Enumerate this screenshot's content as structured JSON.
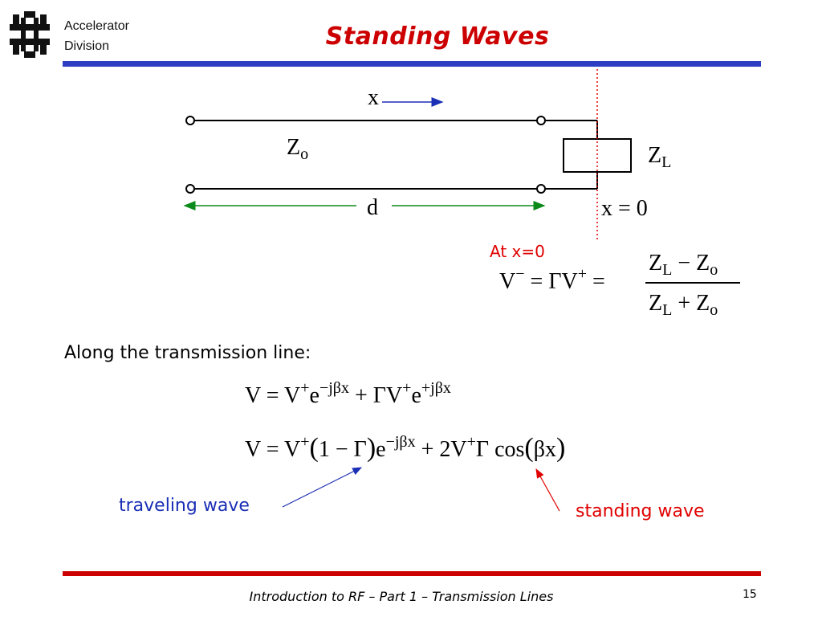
{
  "header": {
    "org_line1": "Accelerator",
    "org_line2": "Division",
    "title": "Standing Waves",
    "logo_icon": "fermilab-logo-icon"
  },
  "colors": {
    "title": "#cc0000",
    "top_bar": "#2d3ec2",
    "bottom_bar": "#cc0000",
    "blue_text": "#1a2fb5",
    "red_text": "#e00000",
    "green_arrow": "#0a8a1a"
  },
  "diagram": {
    "x_label": "x",
    "zo_main": "Z",
    "zo_sub": "o",
    "zl_main": "Z",
    "zl_sub": "L",
    "d_label": "d",
    "x_zero": "x = 0"
  },
  "at_x0": "At x=0",
  "eq1": {
    "lhs_v": "V",
    "lhs_minus": "−",
    "eq_a": "=",
    "gamma_v": "ΓV",
    "plus_sup": "+",
    "eq_b": "=",
    "num_z1": "Z",
    "num_l": "L",
    "num_op": "−",
    "num_z2": "Z",
    "num_o": "o",
    "den_z1": "Z",
    "den_l": "L",
    "den_op": "+",
    "den_z2": "Z",
    "den_o": "o"
  },
  "along_text": "Along the transmission line:",
  "eq2": {
    "part1": "V = V",
    "sup1": "+",
    "part2": "e",
    "sup2": "−jβx",
    "part3": " + ΓV",
    "sup3": "+",
    "part4": "e",
    "sup4": "+jβx"
  },
  "eq3": {
    "part1": "V = V",
    "sup1": "+",
    "lpar": "(",
    "inner": "1 − Γ",
    "rpar": ")",
    "part2": "e",
    "sup2": "−jβx",
    "part3": " + 2V",
    "sup3": "+",
    "part4": "Γ cos",
    "lpar2": "(",
    "inner2": "βx",
    "rpar2": ")"
  },
  "traveling_label": "traveling wave",
  "standing_label": "standing wave",
  "footer": {
    "text": "Introduction to RF – Part 1 – Transmission Lines",
    "page": "15"
  }
}
